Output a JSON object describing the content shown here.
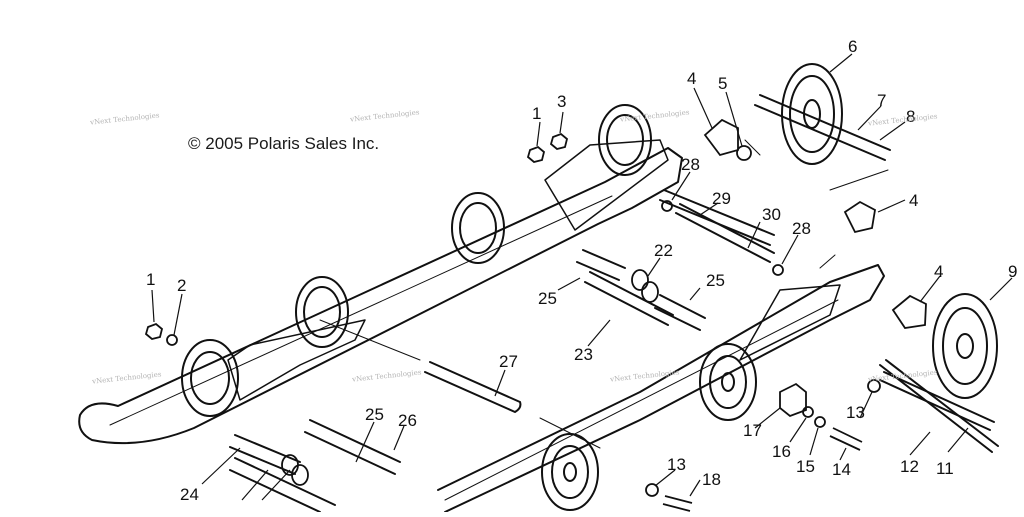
{
  "copyright": "© 2005 Polaris Sales Inc.",
  "watermark": "vNext Technologies",
  "callouts": [
    "1",
    "2",
    "3",
    "4",
    "5",
    "6",
    "7",
    "8",
    "9",
    "11",
    "12",
    "13",
    "14",
    "15",
    "16",
    "17",
    "18",
    "22",
    "23",
    "24",
    "25",
    "26",
    "27",
    "28",
    "29",
    "30"
  ],
  "colors": {
    "line": "#111111",
    "watermark": "#b4b4b4",
    "background": "#ffffff"
  }
}
